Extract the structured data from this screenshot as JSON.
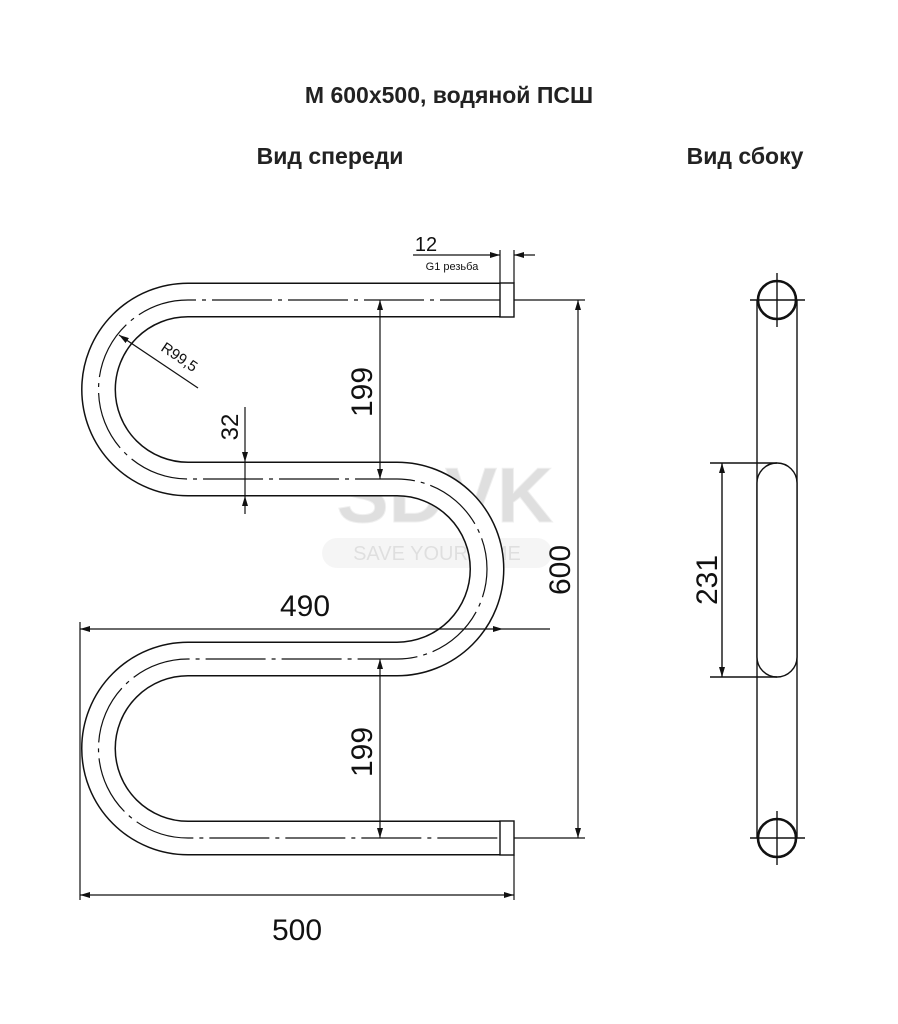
{
  "title": "М 600х500, водяной ПСШ",
  "front_view": {
    "label": "Вид спереди",
    "dims": {
      "thread_length": "12",
      "thread_note": "G1 резьба",
      "bend_radius": "R99,5",
      "tube_diameter": "32",
      "upper_spacing": "199",
      "lower_spacing": "199",
      "total_height": "600",
      "inner_width": "490",
      "total_width": "500"
    }
  },
  "side_view": {
    "label": "Вид сбоку",
    "dims": {
      "bracket_length": "231"
    }
  },
  "watermark": {
    "brand": "SDVK",
    "slogan": "SAVE YOUR TIME"
  }
}
